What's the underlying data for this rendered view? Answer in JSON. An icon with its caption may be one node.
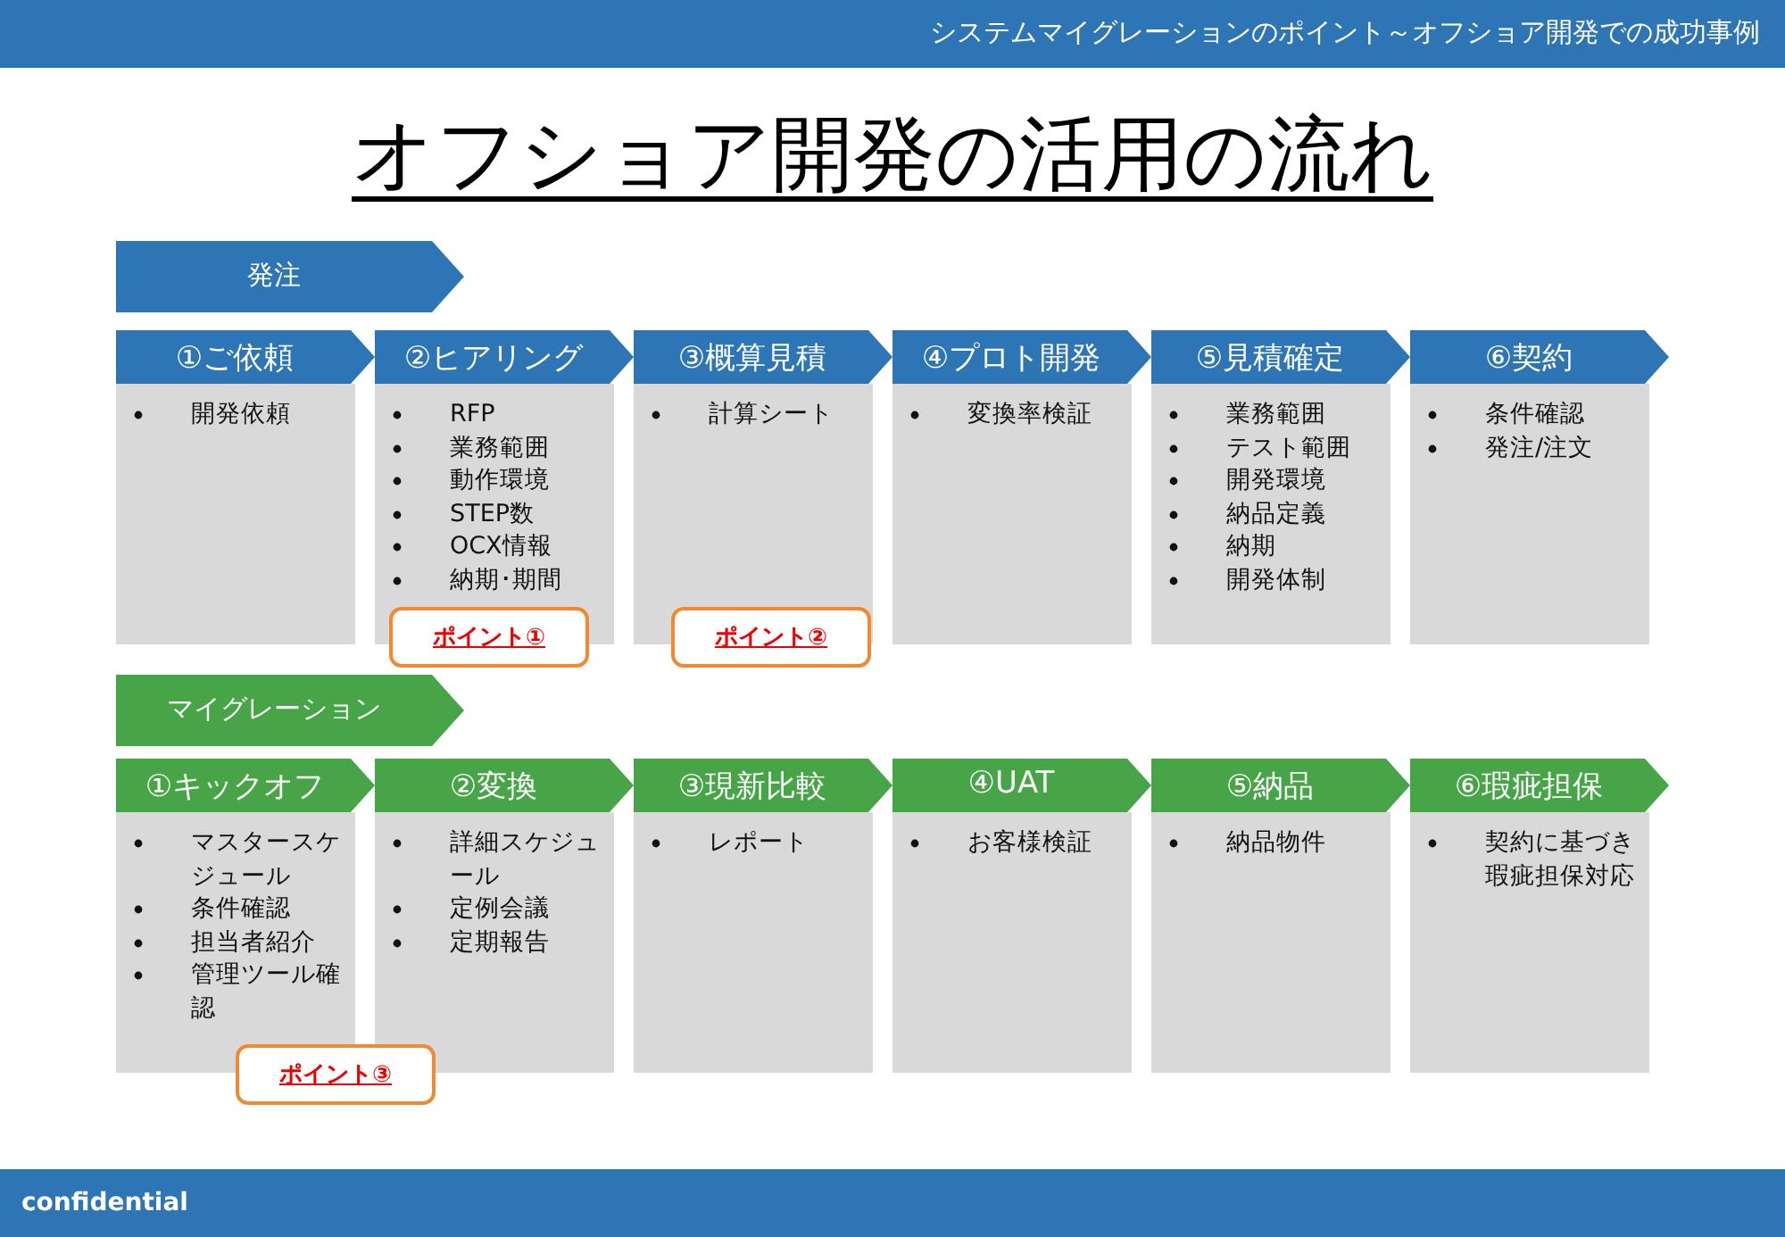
{
  "diagram": {
    "title": "オフショア開発の活用の流れ",
    "nodes": [
      {
        "text": [
          "発注"
        ]
      },
      {
        "text": [
          "①ご依頼",
          "開発依頼"
        ]
      },
      {
        "text": [
          "②ヒアリング",
          "RFP",
          "業務範囲",
          "動作環境",
          "STEP数",
          "OCX情報",
          "納期･期間"
        ]
      },
      {
        "text": [
          "③概算見積",
          "計算シート"
        ]
      },
      {
        "text": [
          "④プロト開発",
          "変換率検証"
        ]
      },
      {
        "text": [
          "⑤見積確定",
          "業務範囲",
          "テスト範囲",
          "開発環境",
          "納品定義",
          "納期",
          "開発体制"
        ]
      },
      {
        "text": [
          "⑥契約",
          "条件確認",
          "発注/注文"
        ]
      },
      {
        "text": [
          "ポイント①"
        ]
      },
      {
        "text": [
          "ポイント②"
        ]
      },
      {
        "text": [
          "マイグレーション"
        ]
      },
      {
        "text": [
          "①キックオフ",
          "マスタースケジュール",
          "条件確認",
          "担当者紹介",
          "管理ツール確認"
        ]
      },
      {
        "text": [
          "②変換",
          "詳細スケジュール",
          "定例会議",
          "定期報告"
        ]
      },
      {
        "text": [
          "③現新比較",
          "レポート"
        ]
      },
      {
        "text": [
          "④UAT",
          "お客様検証"
        ]
      },
      {
        "text": [
          "⑤納品",
          "納品物件"
        ]
      },
      {
        "text": [
          "⑥瑕疵担保",
          "契約に基づき瑕疵担保対応"
        ]
      },
      {
        "text": [
          "ポイント③"
        ]
      }
    ],
    "labels": [
      "システムマイグレーションのポイント～オフショア開発での成功事例",
      "confidential"
    ]
  }
}
